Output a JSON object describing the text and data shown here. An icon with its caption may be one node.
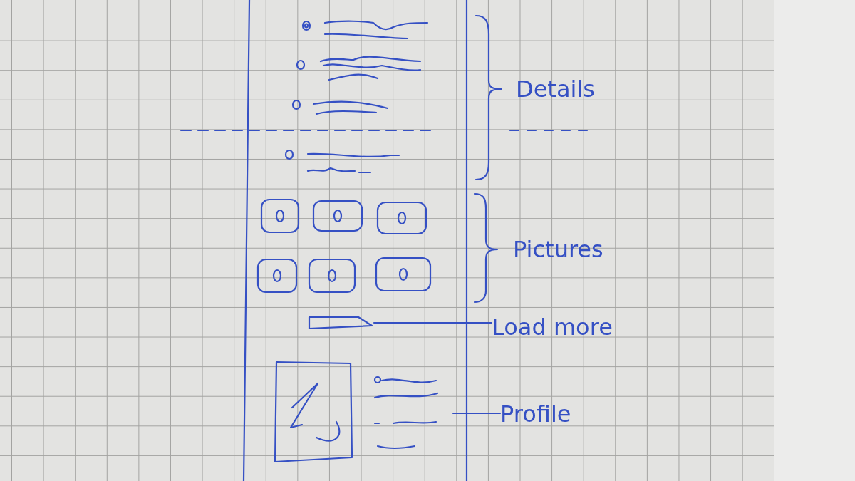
{
  "diagram": {
    "nodes": [
      {
        "text": [],
        "shape": "box"
      },
      {
        "text": [
          "Load more"
        ]
      },
      {
        "text": [
          "Profile"
        ]
      }
    ],
    "edges": [
      {
        "from": 1,
        "to": 0,
        "arrow": "none"
      },
      {
        "from": 2,
        "to": null,
        "arrow": "none"
      }
    ],
    "labels": [
      "Details",
      "Pictures"
    ]
  }
}
